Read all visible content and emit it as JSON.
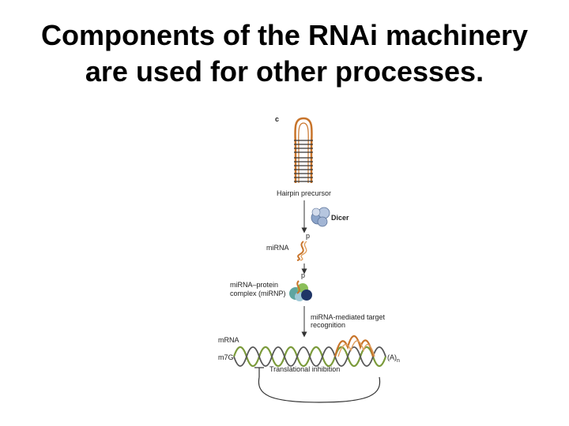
{
  "title": {
    "line1": "Components of the RNAi machinery",
    "line2": "are used for other processes."
  },
  "figure": {
    "panel_label": "c",
    "hairpin_label": "Hairpin precursor",
    "dicer_label": "Dicer",
    "phosphate_label": "p",
    "mirna_label": "miRNA",
    "complex_label_line1": "miRNA–protein",
    "complex_label_line2": "complex (miRNP)",
    "target_label_line1": "miRNA-mediated target",
    "target_label_line2": "recognition",
    "mrna_label": "mRNA",
    "cap_label": "m7G",
    "polya_label": "(A)",
    "polya_subscript": "n",
    "inhibition_label": "Translational inhibition"
  },
  "colors": {
    "rna_orange": "#c8742a",
    "dicer_blue": "#8aa3c9",
    "mrna_green": "#7a9a3a",
    "mrna_gray": "#555555",
    "arrow": "#333333"
  }
}
